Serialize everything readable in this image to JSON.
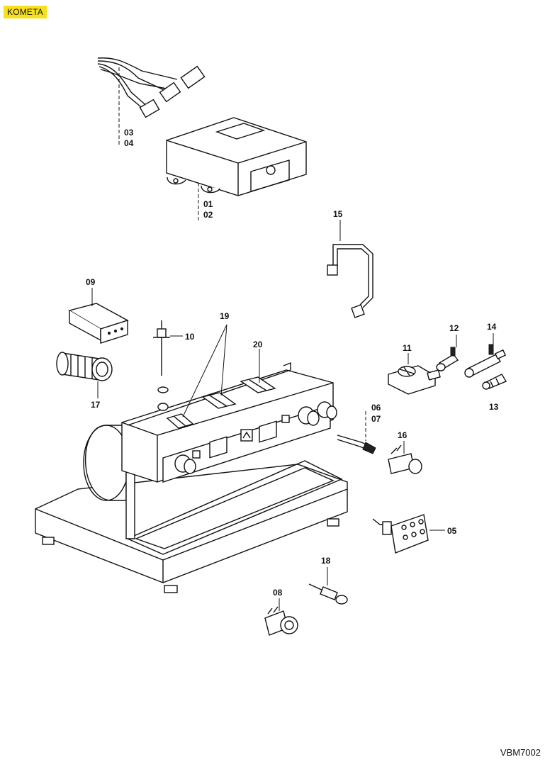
{
  "header": {
    "brand_badge": "KOMETA"
  },
  "footer": {
    "drawing_code": "VBM7002"
  },
  "colors": {
    "badge_background": "#f7e01c"
  },
  "callouts": {
    "c01": "01",
    "c02": "02",
    "c03": "03",
    "c04": "04",
    "c05": "05",
    "c06": "06",
    "c07": "07",
    "c08": "08",
    "c09": "09",
    "c10": "10",
    "c11": "11",
    "c12": "12",
    "c13": "13",
    "c14": "14",
    "c15": "15",
    "c16": "16",
    "c17": "17",
    "c18": "18",
    "c19": "19",
    "c20": "20"
  }
}
